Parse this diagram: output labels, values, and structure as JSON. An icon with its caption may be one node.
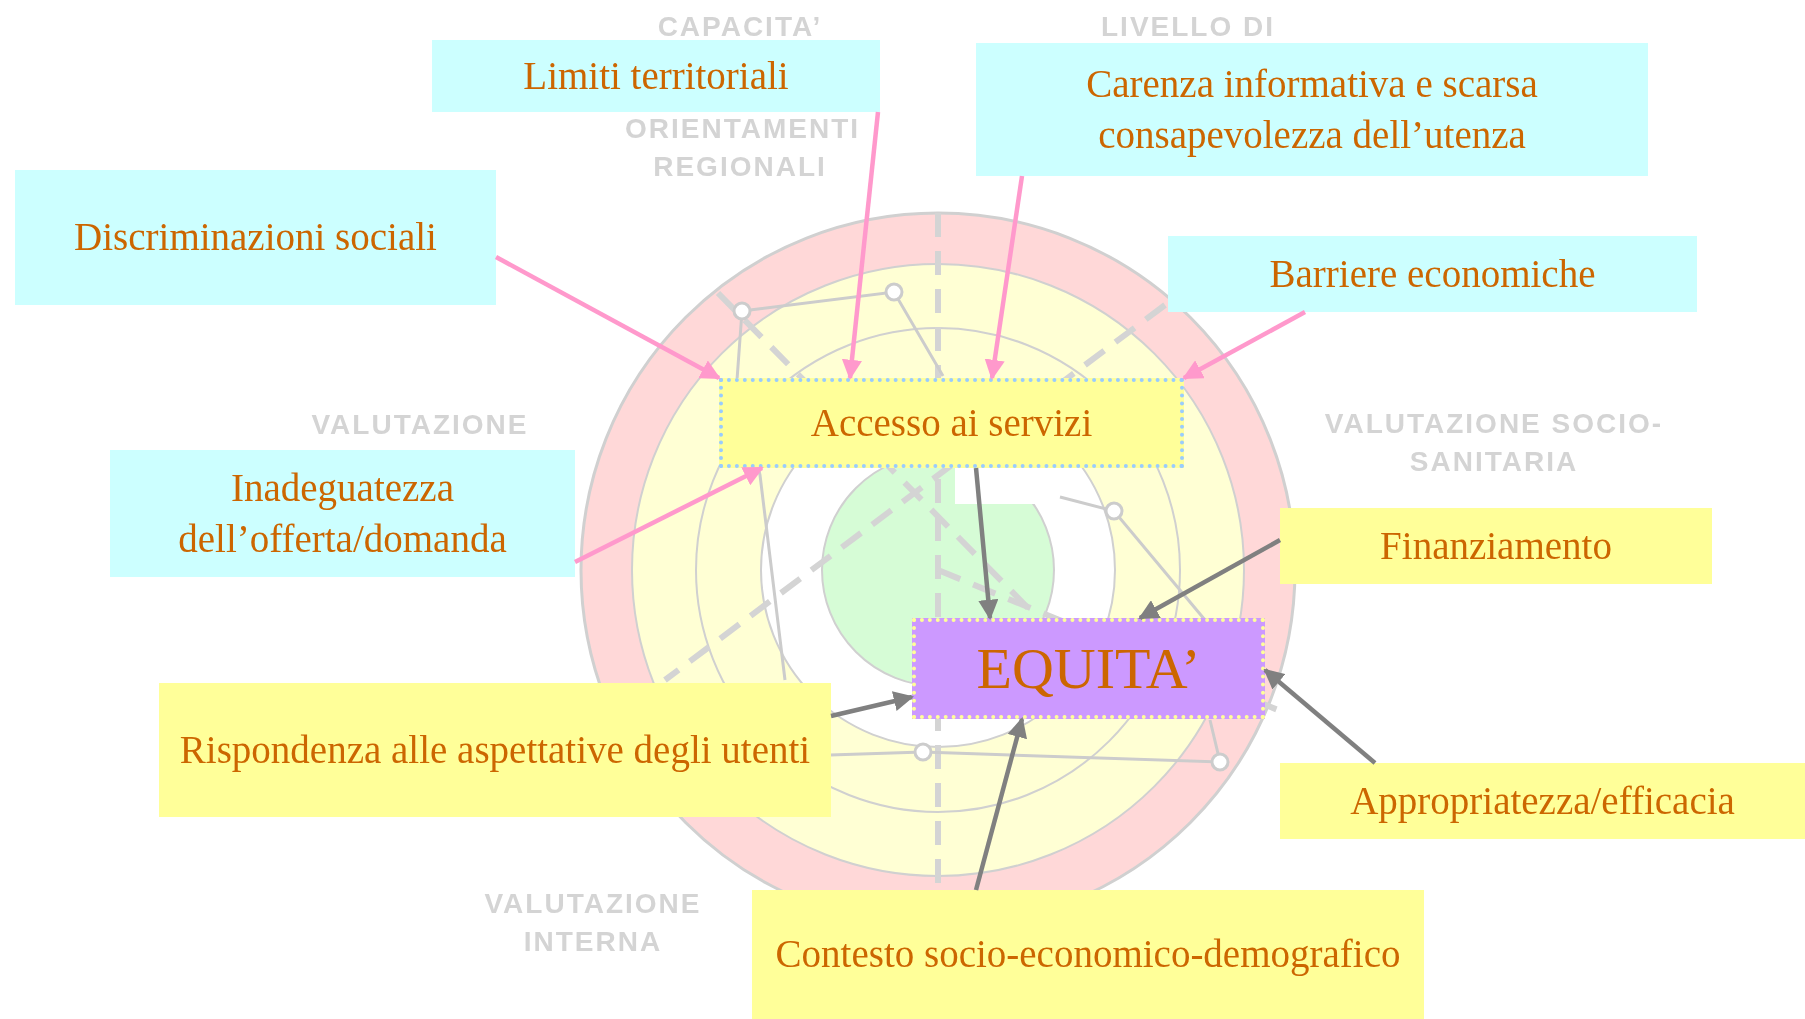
{
  "diagram": {
    "nodes": [
      {
        "text": [
          "Limiti territoriali"
        ]
      },
      {
        "text": [
          "Carenza informativa e scarsa consapevolezza dell’utenza"
        ]
      },
      {
        "text": [
          "Discriminazioni sociali"
        ]
      },
      {
        "text": [
          "Barriere economiche"
        ]
      },
      {
        "text": [
          "Accesso ai servizi"
        ]
      },
      {
        "text": [
          "Inadeguatezza dell’offerta/domanda"
        ]
      },
      {
        "text": [
          "Finanziamento"
        ]
      },
      {
        "text": [
          "EQUITA’"
        ]
      },
      {
        "text": [
          "Rispondenza alle aspettative degli utenti"
        ]
      },
      {
        "text": [
          "Appropriatezza/efficacia"
        ]
      },
      {
        "text": [
          "Contesto socio-economico-demografico"
        ]
      }
    ],
    "edges": [
      {
        "from": 0,
        "to": 4,
        "arrow": "to",
        "color": "#ff99cc"
      },
      {
        "from": 1,
        "to": 4,
        "arrow": "to",
        "color": "#ff99cc"
      },
      {
        "from": 2,
        "to": 4,
        "arrow": "to",
        "color": "#ff99cc"
      },
      {
        "from": 3,
        "to": 4,
        "arrow": "to",
        "color": "#ff99cc"
      },
      {
        "from": 5,
        "to": 4,
        "arrow": "to",
        "color": "#ff99cc"
      },
      {
        "from": 4,
        "to": 7,
        "arrow": "to",
        "color": "#808080"
      },
      {
        "from": 6,
        "to": 7,
        "arrow": "to",
        "color": "#808080"
      },
      {
        "from": 9,
        "to": 7,
        "arrow": "to",
        "color": "#808080"
      },
      {
        "from": 8,
        "to": 7,
        "arrow": "to",
        "color": "#808080"
      },
      {
        "from": 10,
        "to": 7,
        "arrow": "to",
        "color": "#808080"
      }
    ],
    "labels": [
      "CAPACITA’",
      "ORIENTAMENTI REGIONALI",
      "LIVELLO DI",
      "VALUTAZIONE",
      "VALUTAZIONE SOCIO-SANITARIA",
      "VALUTAZIONE INTERNA"
    ]
  }
}
